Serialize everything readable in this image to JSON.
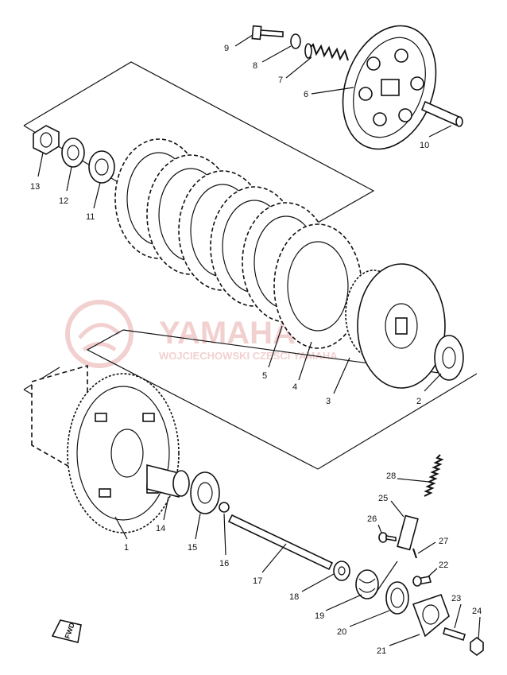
{
  "callouts": [
    {
      "id": "1",
      "label": "1"
    },
    {
      "id": "2",
      "label": "2"
    },
    {
      "id": "3",
      "label": "3"
    },
    {
      "id": "4",
      "label": "4"
    },
    {
      "id": "5",
      "label": "5"
    },
    {
      "id": "6",
      "label": "6"
    },
    {
      "id": "7",
      "label": "7"
    },
    {
      "id": "8",
      "label": "8"
    },
    {
      "id": "9",
      "label": "9"
    },
    {
      "id": "10",
      "label": "10"
    },
    {
      "id": "11",
      "label": "11"
    },
    {
      "id": "12",
      "label": "12"
    },
    {
      "id": "13",
      "label": "13"
    },
    {
      "id": "14",
      "label": "14"
    },
    {
      "id": "15",
      "label": "15"
    },
    {
      "id": "16",
      "label": "16"
    },
    {
      "id": "17",
      "label": "17"
    },
    {
      "id": "18",
      "label": "18"
    },
    {
      "id": "19",
      "label": "19"
    },
    {
      "id": "20",
      "label": "20"
    },
    {
      "id": "21",
      "label": "21"
    },
    {
      "id": "22",
      "label": "22"
    },
    {
      "id": "23",
      "label": "23"
    },
    {
      "id": "24",
      "label": "24"
    },
    {
      "id": "25",
      "label": "25"
    },
    {
      "id": "26",
      "label": "26"
    },
    {
      "id": "27",
      "label": "27"
    },
    {
      "id": "28",
      "label": "28"
    }
  ],
  "watermark": {
    "brand": "YAMAHA",
    "subtitle": "WOJCIECHOWSKI CZESCI YAMAHA",
    "color": "#e8aaaa"
  },
  "fwd_label": "FWD"
}
